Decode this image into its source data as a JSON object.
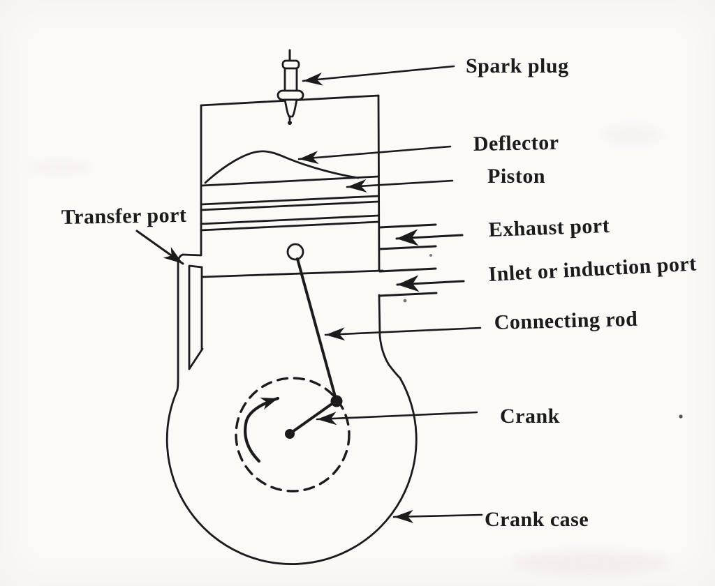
{
  "page": {
    "paper_color": "#fbfaf7",
    "ink_color": "#1b1b1b"
  },
  "diagram": {
    "name": "two-stroke-engine-cross-section",
    "labels": {
      "spark_plug": "Spark plug",
      "deflector": "Deflector",
      "piston": "Piston",
      "exhaust_port": "Exhaust port",
      "inlet_port": "Inlet or induction port",
      "connecting_rod": "Connecting rod",
      "crank": "Crank",
      "crank_case": "Crank case",
      "transfer_port": "Transfer port"
    }
  }
}
